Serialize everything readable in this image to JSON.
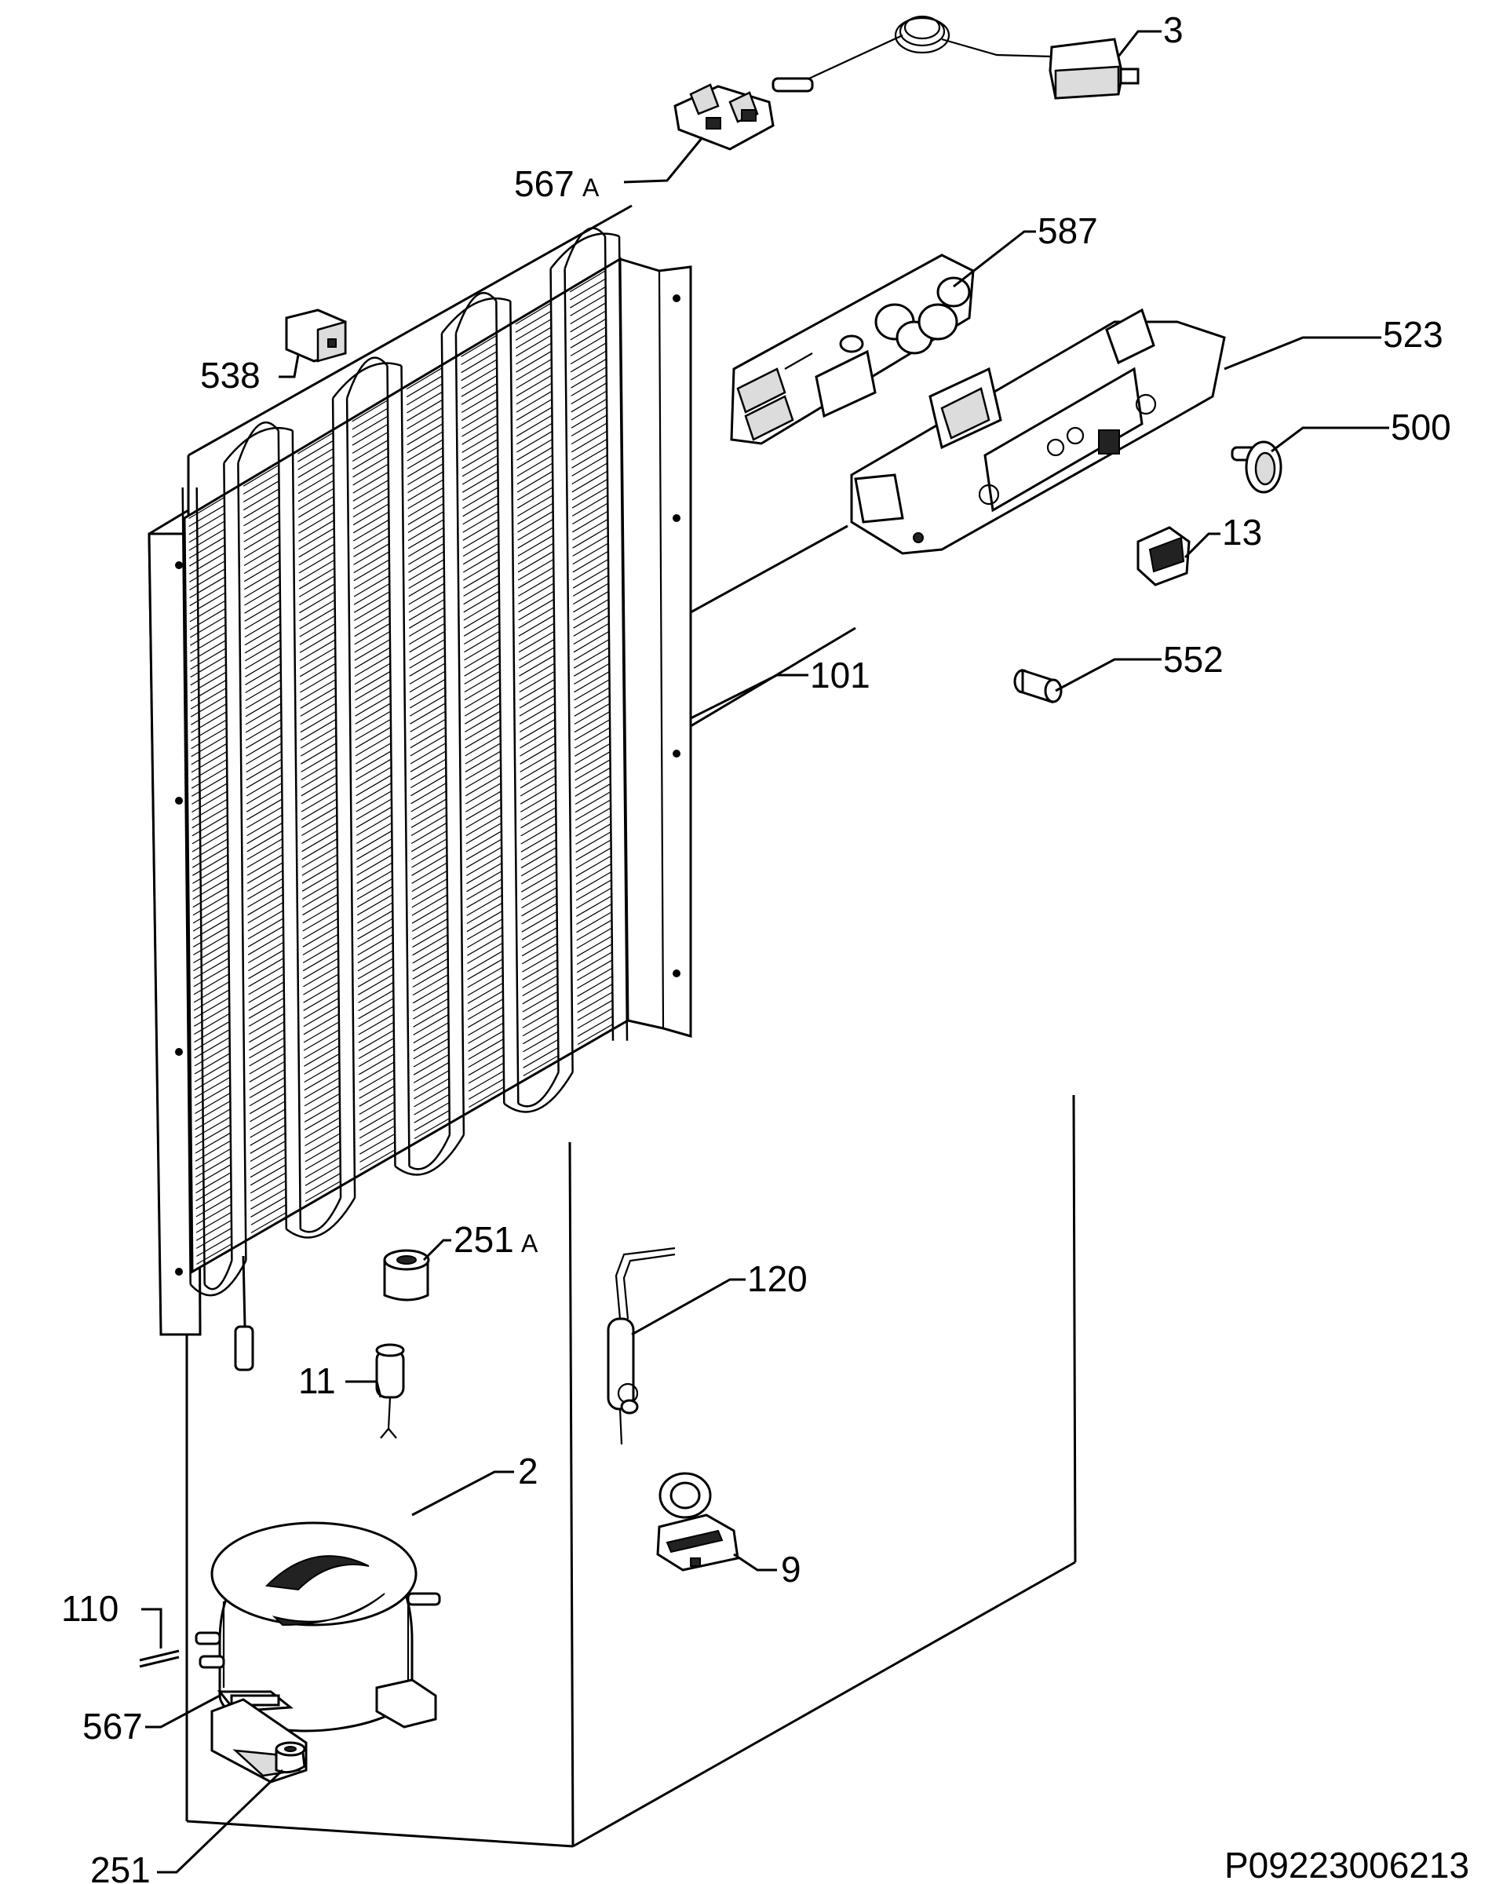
{
  "callouts": [
    {
      "id": "3",
      "text": "3"
    },
    {
      "id": "567a",
      "text": "567",
      "suffix": "A"
    },
    {
      "id": "587",
      "text": "587"
    },
    {
      "id": "523",
      "text": "523"
    },
    {
      "id": "538",
      "text": "538"
    },
    {
      "id": "500",
      "text": "500"
    },
    {
      "id": "13",
      "text": "13"
    },
    {
      "id": "552",
      "text": "552"
    },
    {
      "id": "101",
      "text": "101"
    },
    {
      "id": "251a",
      "text": "251",
      "suffix": "A"
    },
    {
      "id": "120",
      "text": "120"
    },
    {
      "id": "11",
      "text": "11"
    },
    {
      "id": "2",
      "text": "2"
    },
    {
      "id": "9",
      "text": "9"
    },
    {
      "id": "110",
      "text": "110"
    },
    {
      "id": "567",
      "text": "567"
    },
    {
      "id": "251",
      "text": "251"
    }
  ],
  "document_code": "P09223006213"
}
